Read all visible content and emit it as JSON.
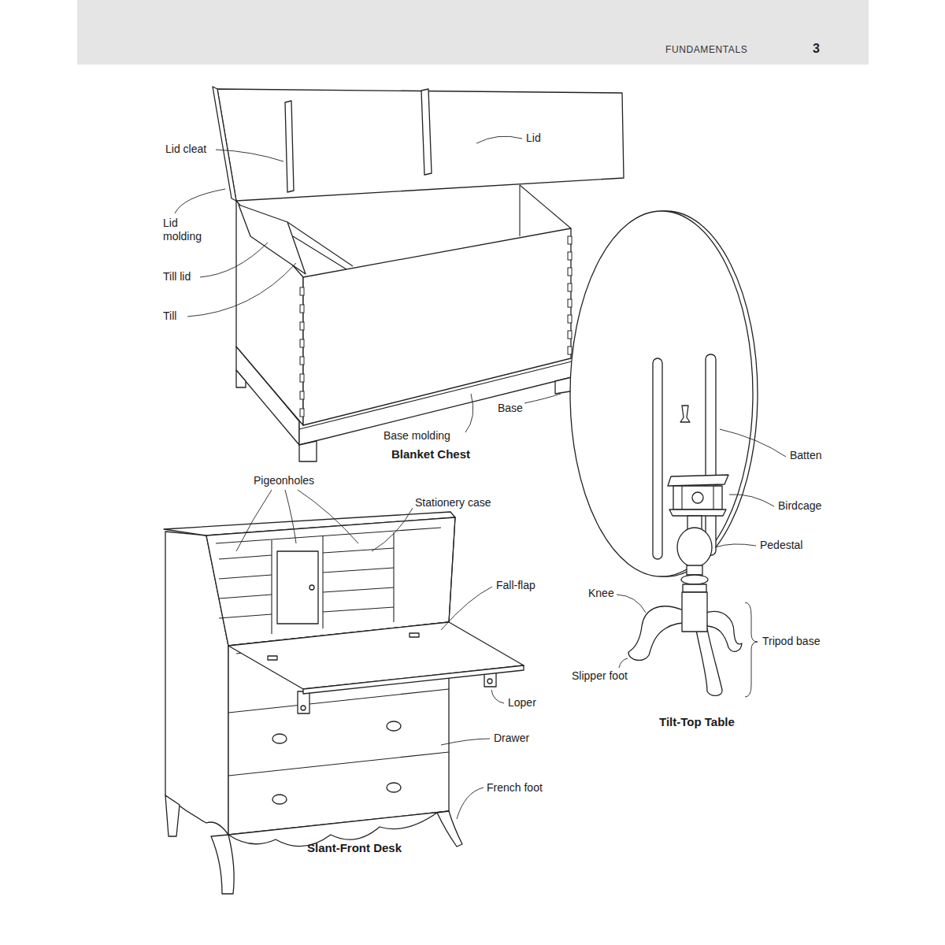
{
  "diagram": {
    "labels": [
      "FUNDAMENTALS",
      "3",
      "Lid cleat",
      "Lid",
      "Lid molding",
      "Till lid",
      "Till",
      "Base",
      "Base molding",
      "Blanket Chest",
      "Pigeonholes",
      "Stationery case",
      "Fall-flap",
      "Loper",
      "Drawer",
      "French foot",
      "Slant-Front Desk",
      "Batten",
      "Birdcage",
      "Pedestal",
      "Knee",
      "Tripod base",
      "Slipper foot",
      "Tilt-Top Table"
    ]
  }
}
